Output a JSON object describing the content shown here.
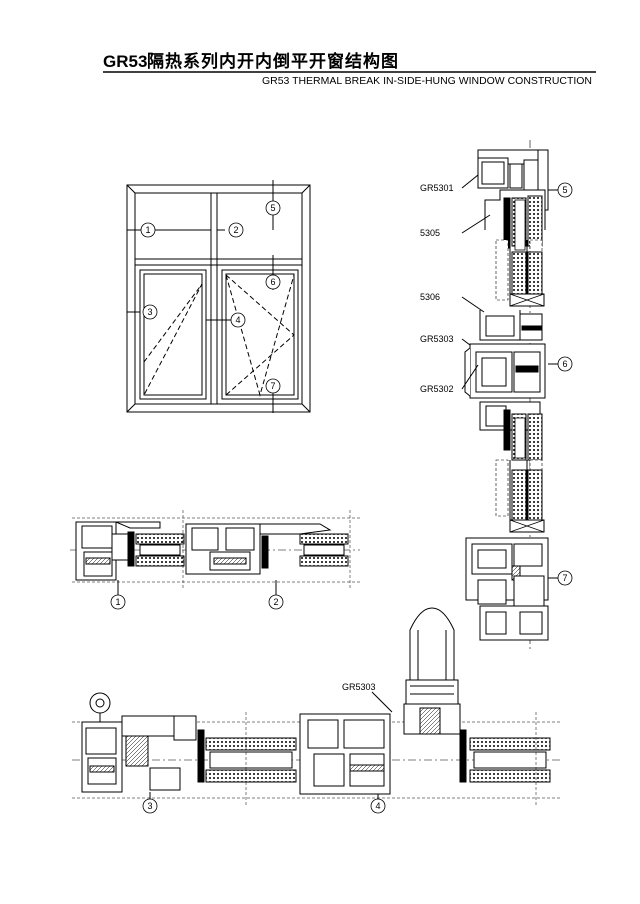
{
  "title": {
    "prefix": "GR53",
    "chinese": "隔热系列内开内倒平开窗结构图",
    "english": "GR53 THERMAL BREAK IN-SIDE-HUNG WINDOW CONSTRUCTION"
  },
  "elevation_markers": [
    "1",
    "2",
    "3",
    "4",
    "5",
    "6",
    "7"
  ],
  "vertical_section": {
    "part_labels": [
      "GR5301",
      "5305",
      "5306",
      "GR5303",
      "GR5302"
    ],
    "markers": [
      "5",
      "6",
      "7"
    ]
  },
  "section_1_2": {
    "markers": [
      "1",
      "2"
    ]
  },
  "section_3_4": {
    "part_label": "GR5303",
    "markers": [
      "3",
      "4"
    ]
  },
  "colors": {
    "line": "#000000",
    "background": "#ffffff"
  }
}
